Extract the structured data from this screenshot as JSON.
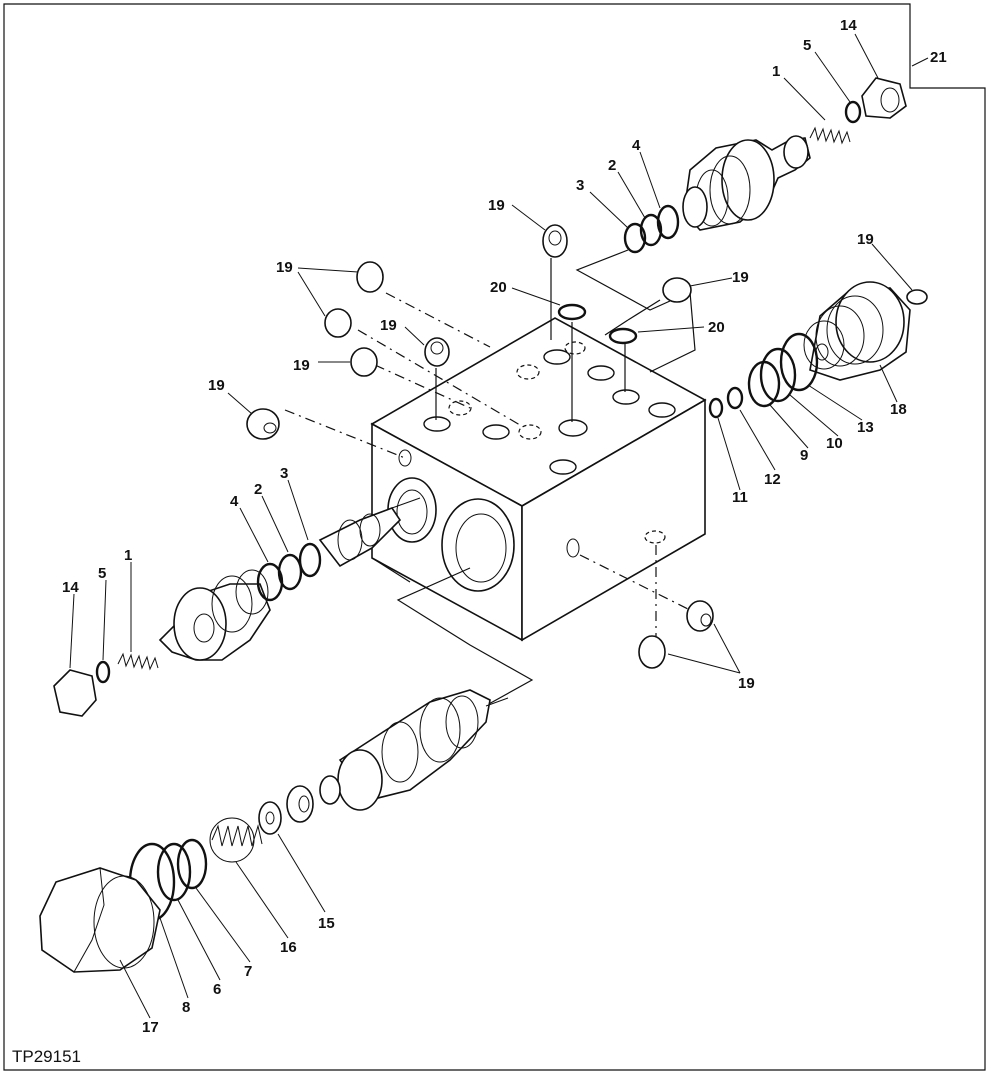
{
  "figure_id": "TP29151",
  "callouts": [
    {
      "n": "21"
    },
    {
      "n": "14"
    },
    {
      "n": "5"
    },
    {
      "n": "1"
    },
    {
      "n": "4"
    },
    {
      "n": "2"
    },
    {
      "n": "3"
    },
    {
      "n": "19"
    },
    {
      "n": "19"
    },
    {
      "n": "19"
    },
    {
      "n": "19"
    },
    {
      "n": "19"
    },
    {
      "n": "19"
    },
    {
      "n": "19"
    },
    {
      "n": "19"
    },
    {
      "n": "20"
    },
    {
      "n": "20"
    },
    {
      "n": "18"
    },
    {
      "n": "13"
    },
    {
      "n": "10"
    },
    {
      "n": "9"
    },
    {
      "n": "12"
    },
    {
      "n": "11"
    },
    {
      "n": "4"
    },
    {
      "n": "2"
    },
    {
      "n": "3"
    },
    {
      "n": "14"
    },
    {
      "n": "5"
    },
    {
      "n": "1"
    },
    {
      "n": "15"
    },
    {
      "n": "16"
    },
    {
      "n": "7"
    },
    {
      "n": "6"
    },
    {
      "n": "8"
    },
    {
      "n": "17"
    }
  ]
}
